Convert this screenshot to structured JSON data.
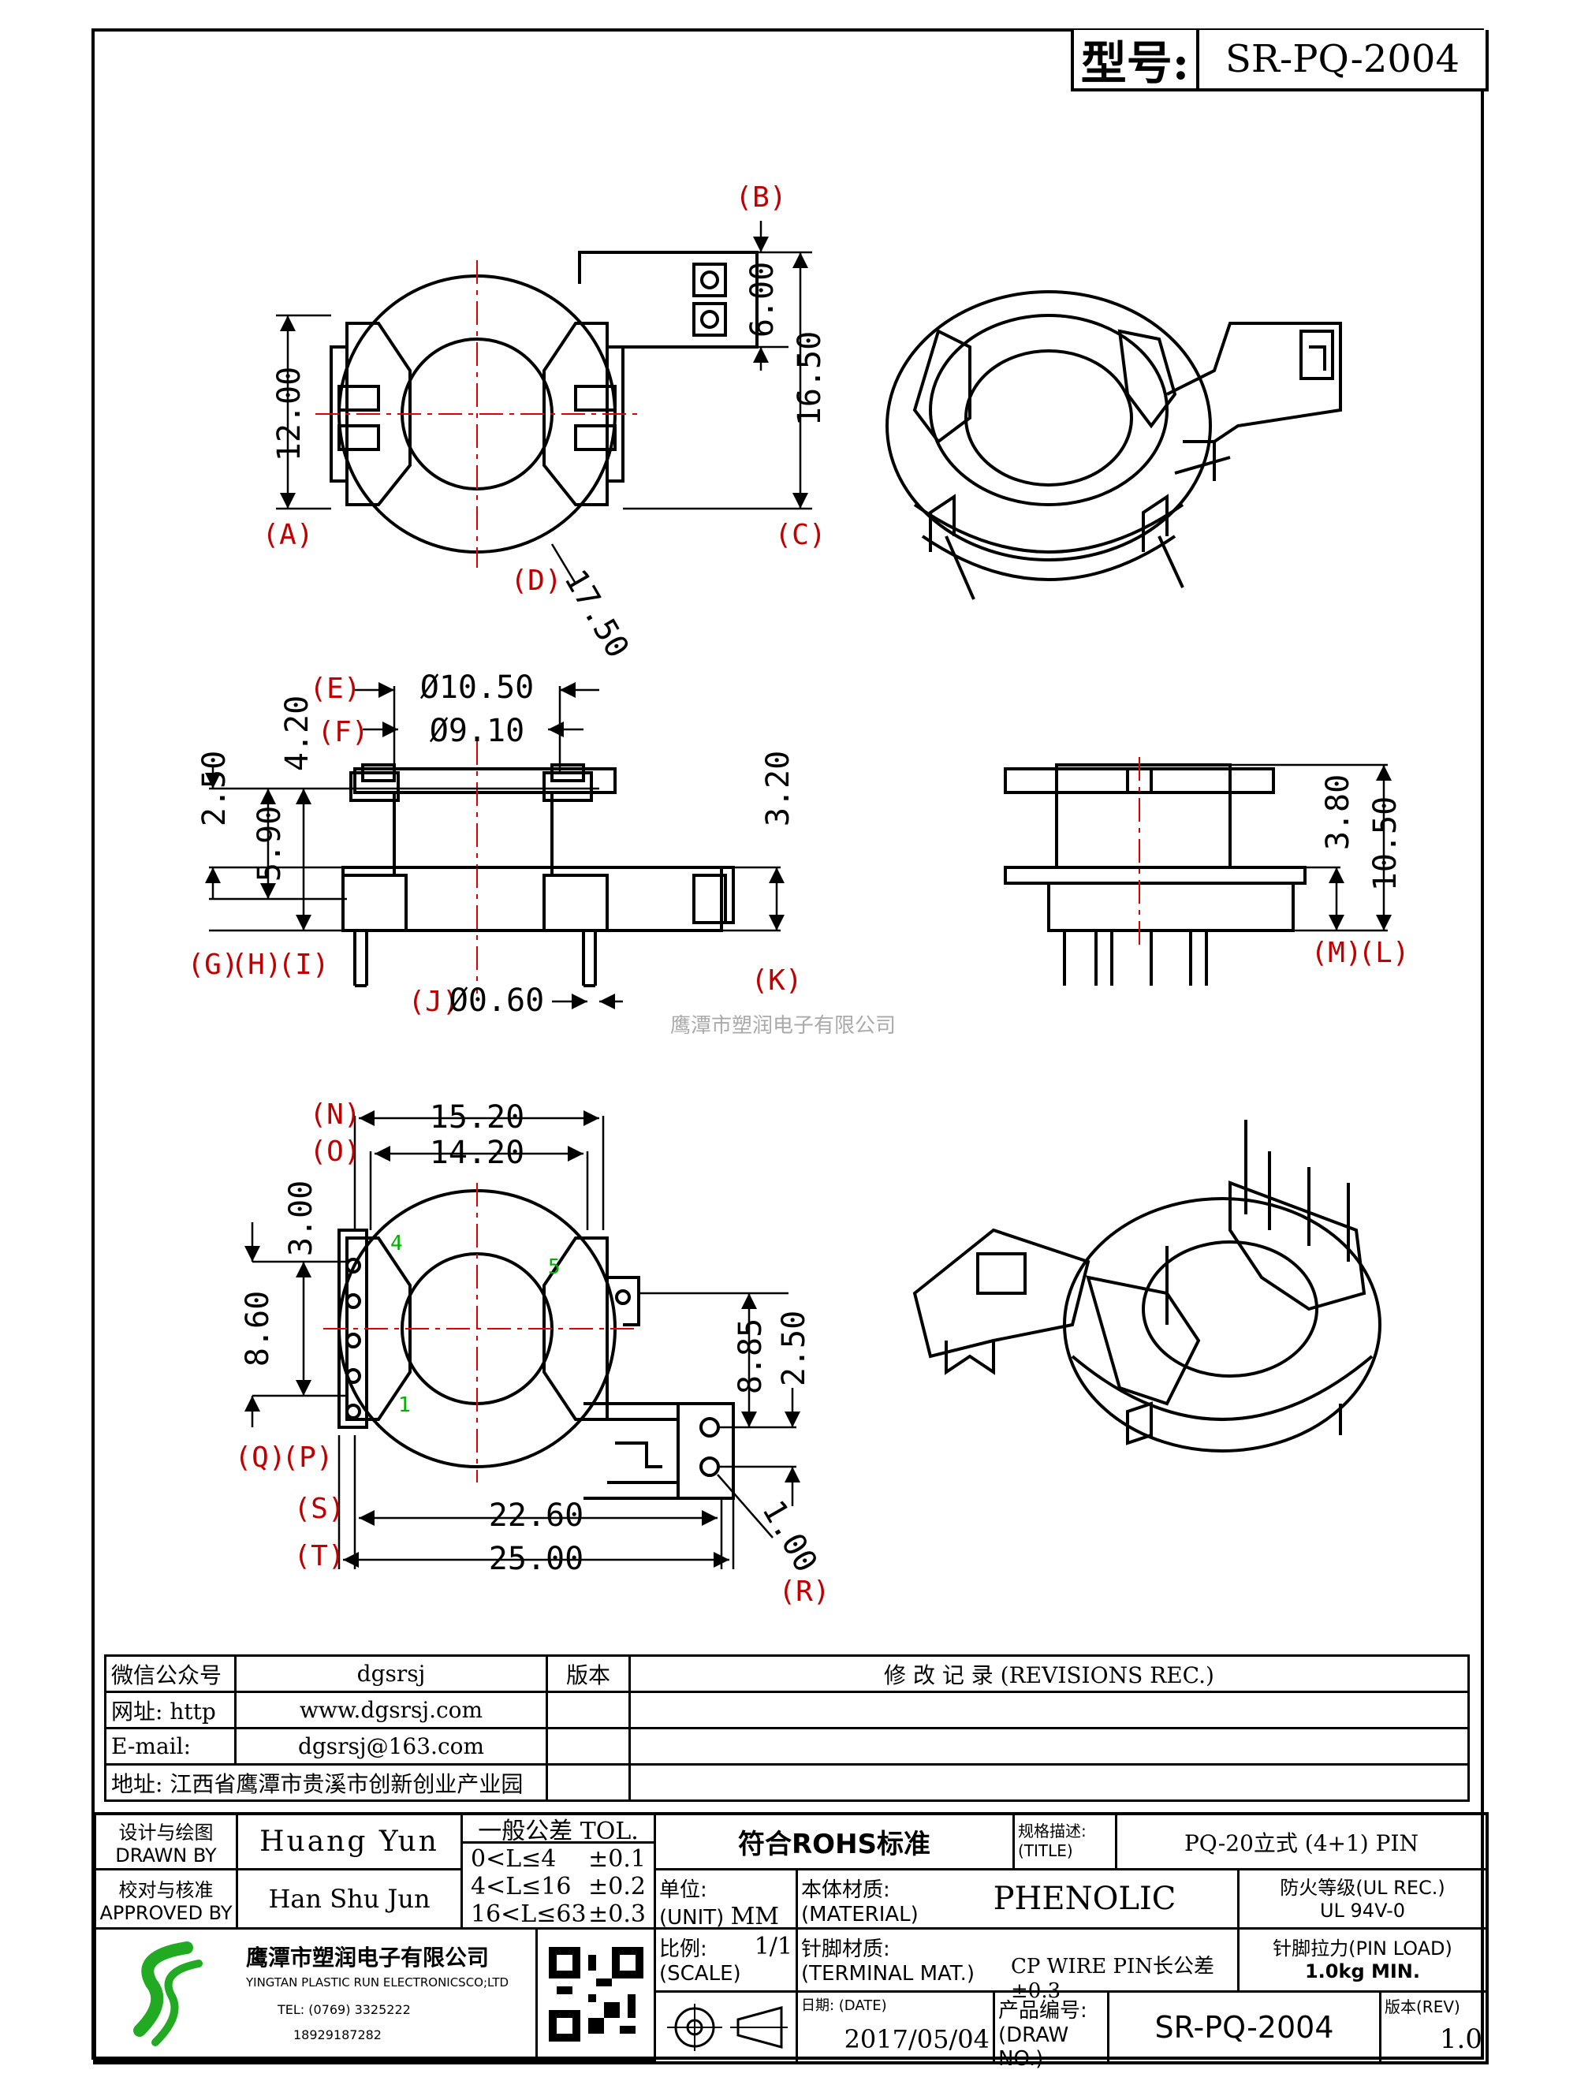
{
  "header": {
    "model_label": "型号:",
    "model_value": "SR-PQ-2004"
  },
  "watermark": "鹰潭市塑润电子有限公司",
  "dimensions": {
    "top_view": {
      "B": "(B)",
      "A": "(A)",
      "C": "(C)",
      "D": "(D)",
      "d_600": "6.00",
      "d_1650": "16.50",
      "d_1200": "12.00",
      "d_1750": "17.50"
    },
    "side_view": {
      "E": "(E)",
      "F": "(F)",
      "G": "(G)",
      "H": "(H)",
      "I": "(I)",
      "J": "(J)",
      "K": "(K)",
      "d_1050": "Ø10.50",
      "d_910": "Ø9.10",
      "d_420": "4.20",
      "d_250": "2.50",
      "d_590": "5.90",
      "d_320": "3.20",
      "d_060": "Ø0.60"
    },
    "front_view": {
      "M": "(M)",
      "L": "(L)",
      "d_380": "3.80",
      "d_1050b": "10.50"
    },
    "bottom_view": {
      "N": "(N)",
      "O": "(O)",
      "P": "(P)",
      "Q": "(Q)",
      "S": "(S)",
      "T": "(T)",
      "R": "(R)",
      "d_1520": "15.20",
      "d_1420": "14.20",
      "d_300": "3.00",
      "d_860": "8.60",
      "d_885": "8.85",
      "d_250b": "2.50",
      "d_2260": "22.60",
      "d_2500": "25.00",
      "d_100": "1.00",
      "pin4": "4",
      "pin5": "5",
      "pin1": "1"
    }
  },
  "info": {
    "wechat_label": "微信公众号",
    "wechat_value": "dgsrsj",
    "web_label": "网址: http",
    "web_value": "www.dgsrsj.com",
    "email_label": "E-mail:",
    "email_value": "dgsrsj@163.com",
    "address": "地址: 江西省鹰潭市贵溪市创新创业产业园",
    "version_label": "版本",
    "revisions_label": "修 改 记 录  (REVISIONS REC.)"
  },
  "title_block": {
    "drawn_label_cn": "设计与绘图",
    "drawn_label_en": "DRAWN BY",
    "drawn_value": "Huang  Yun",
    "approved_label_cn": "校对与核准",
    "approved_label_en": "APPROVED BY",
    "approved_value": "Han Shu Jun",
    "tol_title": "一般公差 TOL.",
    "tol_rows": [
      {
        "range": "0<L≤4",
        "tol": "±0.1"
      },
      {
        "range": "4<L≤16",
        "tol": "±0.2"
      },
      {
        "range": "16<L≤63",
        "tol": "±0.3"
      }
    ],
    "rohs": "符合ROHS标准",
    "title_label_cn": "规格描述:",
    "title_label_en": "(TITLE)",
    "title_value": "PQ-20立式 (4+1) PIN",
    "unit_label_cn": "单位:",
    "unit_label_en": "(UNIT)",
    "unit_value": "MM",
    "material_label_cn": "本体材质:",
    "material_label_en": "(MATERIAL)",
    "material_value": "PHENOLIC",
    "fire_label": "防火等级(UL REC.)",
    "fire_value": "UL 94V-0",
    "company_cn": "鹰潭市塑润电子有限公司",
    "company_en": "YINGTAN PLASTIC RUN ELECTRONICSCO;LTD",
    "tel": "TEL: (0769) 3325222",
    "mobile": "18929187282",
    "scale_label_cn": "比例:",
    "scale_label_en": "(SCALE)",
    "scale_value": "1/1",
    "terminal_label_cn": "针脚材质:",
    "terminal_label_en": "(TERMINAL MAT.)",
    "terminal_value": "CP WIRE  PIN长公差±0.3",
    "pinload_label": "针脚拉力(PIN LOAD)",
    "pinload_value": "1.0kg MIN.",
    "date_label": "日期: (DATE)",
    "date_value": "2017/05/04",
    "drawno_label_cn": "产品编号:",
    "drawno_label_en": "(DRAW NO.)",
    "drawno_value": "SR-PQ-2004",
    "rev_label": "版本(REV)",
    "rev_value": "1.0"
  },
  "colors": {
    "dimension_label": "#c00000",
    "centerline": "#e00000",
    "pin_number": "#00b000"
  }
}
